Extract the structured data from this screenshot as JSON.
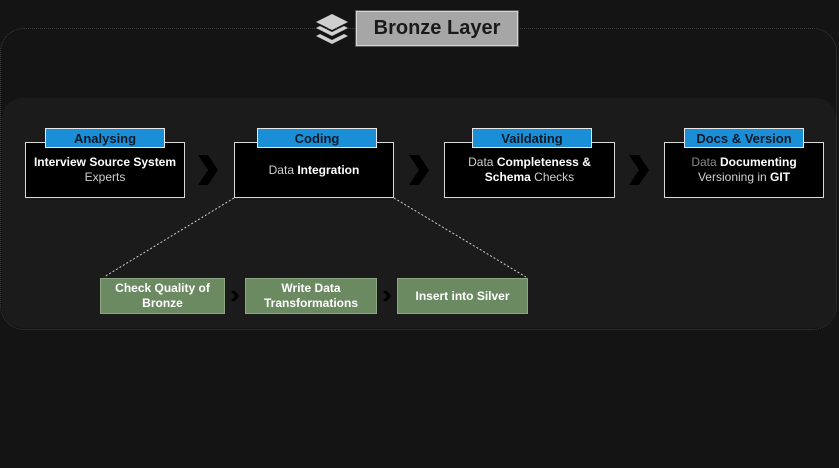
{
  "title": "Bronze Layer",
  "colors": {
    "background": "#141414",
    "tag": "#1a8fd8",
    "task": "#6b8a61"
  },
  "icon": "layers-icon",
  "stages": [
    {
      "tag": "Analysing",
      "line1": [
        "Interview Source System"
      ],
      "line2": [
        "Experts"
      ]
    },
    {
      "tag": "Coding",
      "line1": [
        "Data",
        "Integration"
      ]
    },
    {
      "tag": "Vaildating",
      "line1": [
        "Data",
        "Completeness &"
      ],
      "line2": [
        "Schema",
        "Checks"
      ]
    },
    {
      "tag": "Docs & Version",
      "line1": [
        "Data",
        "Documenting"
      ],
      "line2": [
        "Versioning in",
        "GIT"
      ]
    }
  ],
  "tasks": [
    "Check Quality of Bronze",
    "Write Data Transformations",
    "Insert into Silver"
  ]
}
